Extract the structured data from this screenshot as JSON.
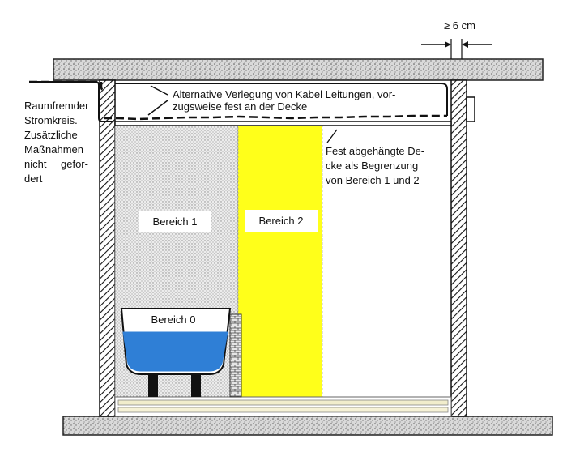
{
  "labels": {
    "clearance": "≥ 6 cm",
    "left_note": [
      "Raumfremder",
      "Stromkreis.",
      "Zusätzliche",
      "Maßnahmen",
      "nicht",
      "gefor-",
      "dert"
    ],
    "alternative_routing": [
      "Alternative Verlegung von Kabel Leitungen, vor-",
      "zugsweise fest an der Decke"
    ],
    "ceiling_note": [
      "Fest abgehängte De-",
      "cke als Begrenzung",
      "von Bereich 1 und 2"
    ],
    "zone_1": "Bereich 1",
    "zone_2": "Bereich 2",
    "zone_0": "Bereich 0"
  },
  "colors": {
    "zone_2_fill": "#ffff1a",
    "water_fill": "#2f7fd6",
    "line": "#111111",
    "hatch": "#111111",
    "stipple": "#bdbdbd"
  }
}
